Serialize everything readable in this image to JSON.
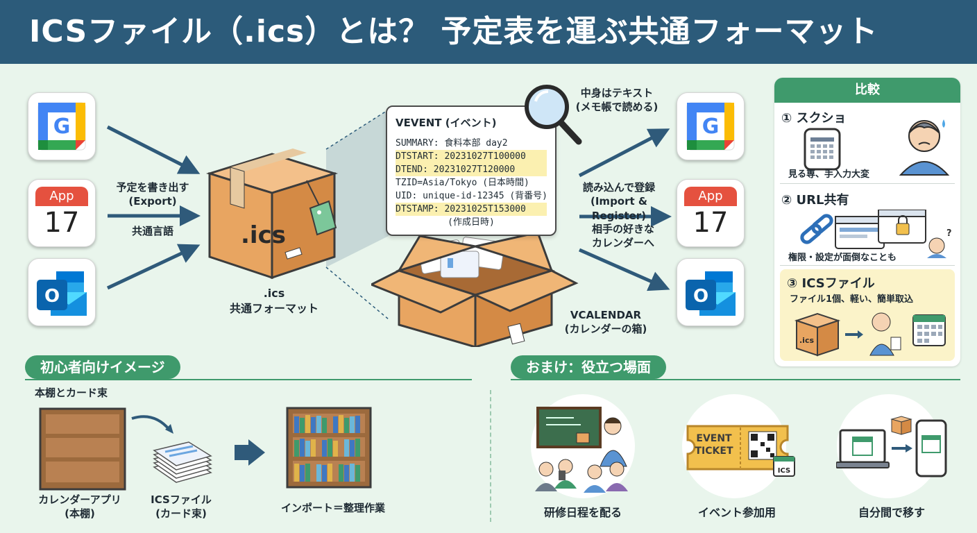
{
  "header": {
    "title": "ICSファイル（.ics）とは？ 予定表を運ぶ共通フォーマット"
  },
  "left_apps": {
    "cal_label": "App",
    "cal_day": "17",
    "google_letter": "G",
    "outlook_letter": "O"
  },
  "export_label": {
    "line1": "予定を書き出す",
    "line2": "(Export)"
  },
  "common_lang": "共通言語",
  "box": {
    "text": ".ics",
    "caption1": ".ics",
    "caption2": "共通フォーマット"
  },
  "vevent": {
    "title": "VEVENT (イベント)",
    "lines": [
      "SUMMARY: 食料本部 day2",
      "DTSTART: 20231027T100000",
      "DTEND: 20231027T120000",
      "TZID=Asia/Tokyo (日本時間)",
      "UID: unique-id-12345 (背番号)",
      "DTSTAMP: 20231025T153000",
      "(作成日時)"
    ]
  },
  "text_note": {
    "line1": "中身はテキスト",
    "line2": "(メモ帳で読める)"
  },
  "import_label": {
    "line1": "読み込んで登録",
    "line2": "(Import & Register)"
  },
  "partner_label": {
    "line1": "相手の好きな",
    "line2": "カレンダーへ"
  },
  "vcalendar": {
    "line1": "VCALENDAR",
    "line2": "(カレンダーの箱)"
  },
  "compare": {
    "header": "比較",
    "items": [
      {
        "title": "① スクショ",
        "desc": "見る専、手入力大変"
      },
      {
        "title": "② URL共有",
        "desc": "権限・設定が面倒なことも"
      },
      {
        "title": "③ ICSファイル",
        "desc": "ファイル1個、軽い、簡単取込"
      }
    ]
  },
  "beginner": {
    "pill": "初心者向けイメージ",
    "subtitle": "本棚とカード束",
    "shelf_label1": "カレンダーアプリ",
    "shelf_label2": "(本棚)",
    "cards_label1": "ICSファイル",
    "cards_label2": "(カード束)",
    "import_label": "インポート＝整理作業"
  },
  "bonus": {
    "pill": "おまけ：役立つ場面",
    "scenes": [
      {
        "label": "研修日程を配る"
      },
      {
        "label": "イベント参加用",
        "ticket1": "EVENT",
        "ticket2": "TICKET",
        "ics": "ICS"
      },
      {
        "label": "自分間で移す"
      }
    ]
  },
  "colors": {
    "header": "#2c5b7a",
    "background": "#e9f5ec",
    "green": "#3f9a6c",
    "arrow": "#2f5a7a",
    "box": "#e8a561",
    "highlight": "#fbf0b0"
  }
}
